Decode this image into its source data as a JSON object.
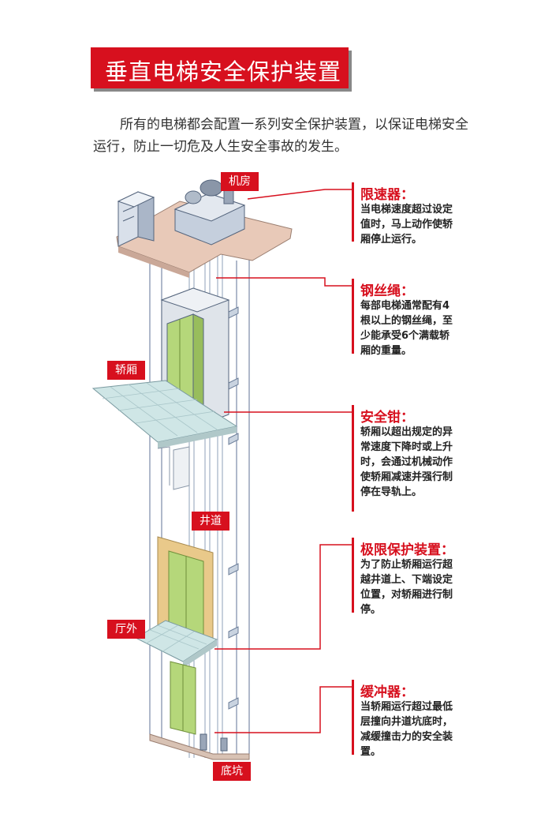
{
  "title": "垂直电梯安全保护装置",
  "intro": "所有的电梯都会配置一系列安全保护装置，以保证电梯安全运行，防止一切危及人生安全事故的发生。",
  "tags": {
    "machine_room": "机房",
    "car": "轿厢",
    "hoistway": "井道",
    "hall": "厅外",
    "pit": "底坑"
  },
  "annotations": [
    {
      "title": "限速器：",
      "text": "当电梯速度超过设定值时，马上动作使轿厢停止运行。"
    },
    {
      "title": "钢丝绳：",
      "text": "每部电梯通常配有4根以上的钢丝绳，至少能承受6个满载轿厢的重量。"
    },
    {
      "title": "安全钳：",
      "text": "轿厢以超出规定的异常速度下降时或上升时，会通过机械动作使轿厢减速并强行制停在导轨上。"
    },
    {
      "title": "极限保护装置：",
      "text": "为了防止轿厢运行超越井道上、下端设定位置，对轿厢进行制停。"
    },
    {
      "title": "缓冲器：",
      "text": "当轿厢运行超过最低层撞向井道坑底时，减缓撞击力的安全装置。"
    }
  ],
  "colors": {
    "accent": "#d7101e",
    "floor": "#e8c9b8",
    "glass": "#cfe6e6",
    "door": "#b5d77a",
    "frame": "#e9c98a"
  }
}
